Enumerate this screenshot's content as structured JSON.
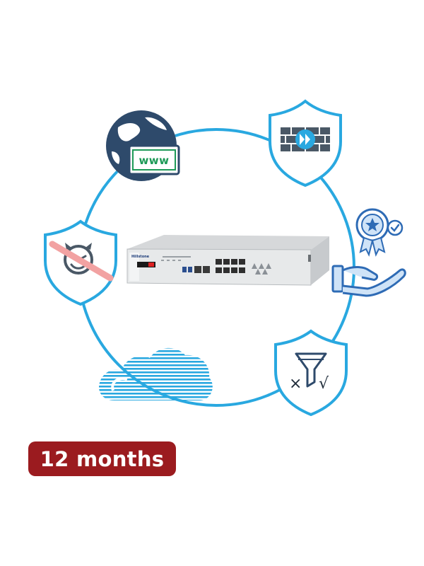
{
  "badge": {
    "label": "12 months"
  },
  "web_icon": {
    "label": "www"
  },
  "appliance": {
    "brand": "Hillstone"
  },
  "filter_icon": {
    "cross": "×",
    "check": "√"
  },
  "colors": {
    "ring": "#29a8e0",
    "icon_blue": "#29a8e0",
    "navy": "#2e4a6b",
    "www_green": "#1d9a57",
    "badge_red": "#9b1b1f",
    "slash_red": "#f2a2a2"
  },
  "icons": [
    "globe-www-icon",
    "firewall-shield-icon",
    "award-hand-icon",
    "filter-shield-icon",
    "cloud-icon",
    "antivirus-shield-icon"
  ]
}
